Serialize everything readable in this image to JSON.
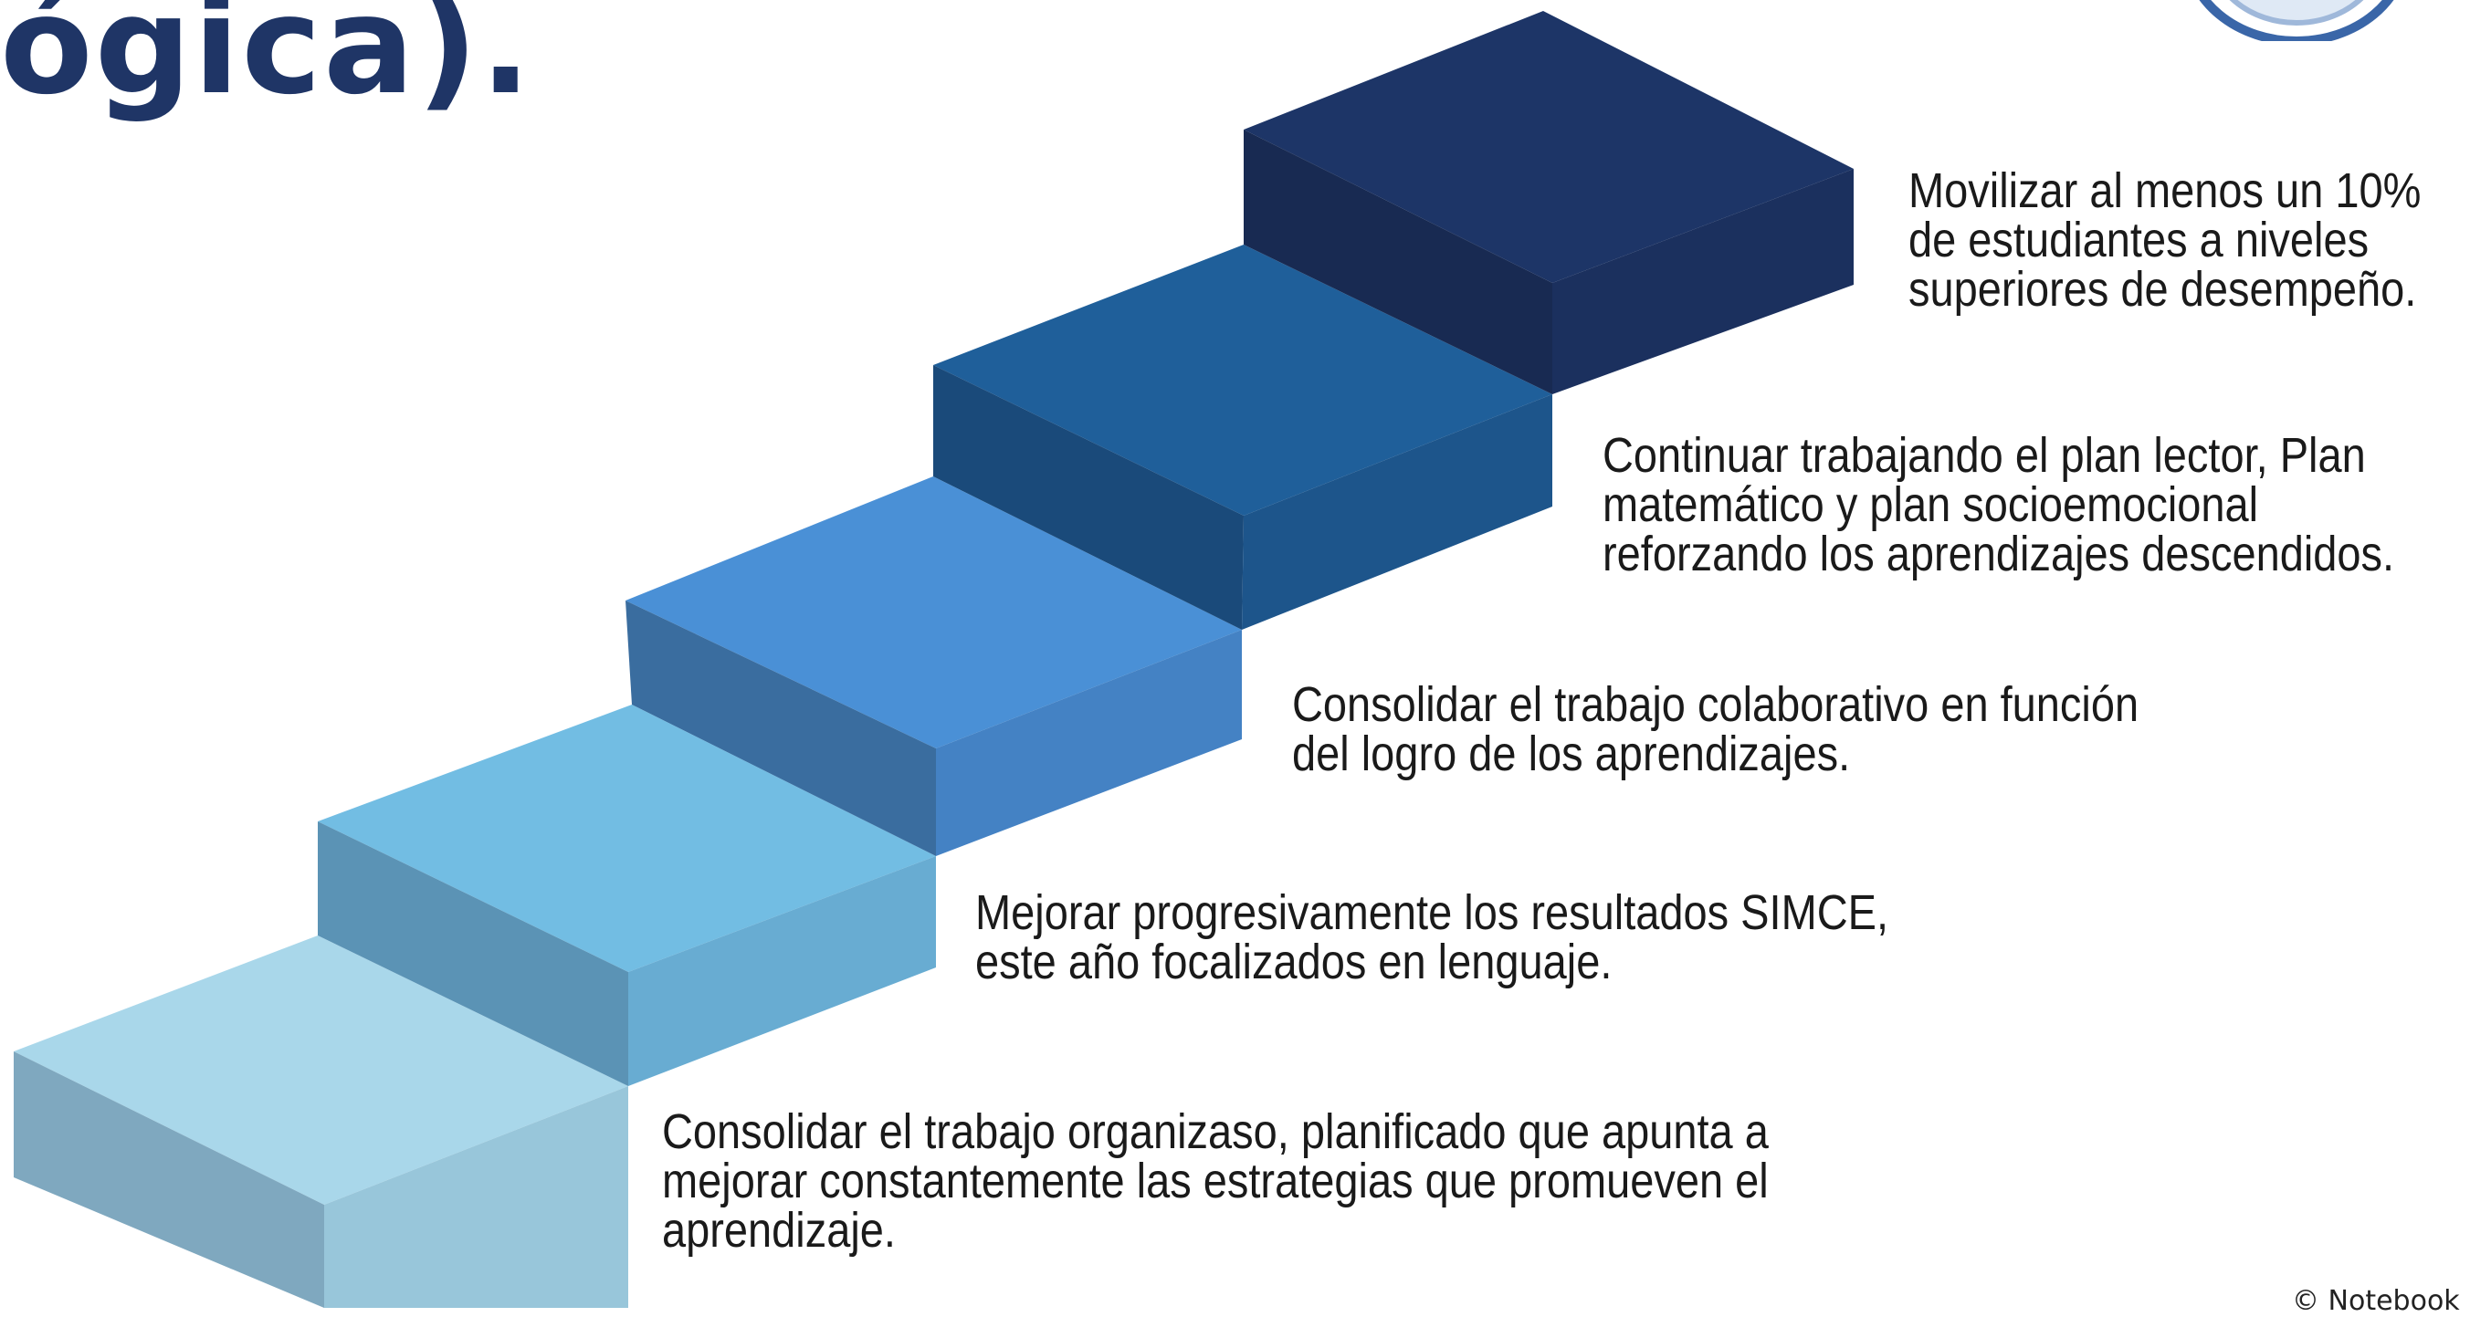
{
  "title_fragment": "ógica).",
  "goals": [
    "Consolidar el trabajo organizaso, planificado que apunta a\nmejorar constantemente las estrategias que promueven el\naprendizaje.",
    "Mejorar progresivamente los resultados SIMCE,\neste año focalizados en lenguaje.",
    "Consolidar el trabajo colaborativo en función\ndel logro de los aprendizajes.",
    "Continuar trabajando el plan lector, Plan\nmatemático y plan socioemocional\nreforzando los aprendizajes descendidos.",
    "Movilizar al menos un 10%\nde estudiantes a niveles\nsuperiores de desempeño."
  ],
  "copyright": "© Notebook",
  "colors": {
    "title": "#1f3566",
    "step_1": "#a9d7ea",
    "step_2": "#72bde3",
    "step_3": "#4a90d6",
    "step_4": "#1f5f9a",
    "step_5": "#1d3567",
    "text": "#1a1a1a"
  }
}
